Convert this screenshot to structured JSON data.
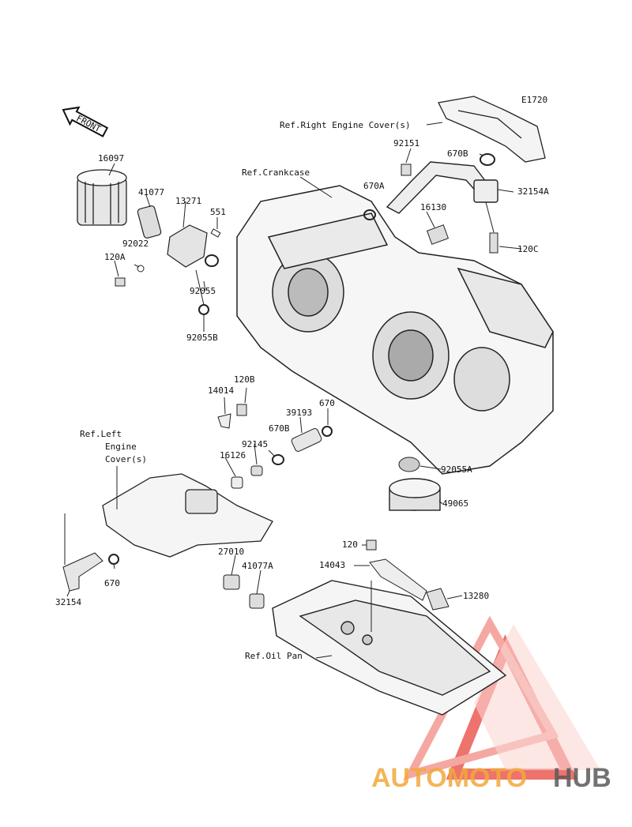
{
  "diagram_code": "E1720",
  "front_label": "FRONT",
  "references": {
    "right_cover": "Ref.Right Engine Cover(s)",
    "crankcase": "Ref.Crankcase",
    "left_cover_1": "Ref.Left",
    "left_cover_2": "Engine",
    "left_cover_3": "Cover(s)",
    "oil_pan": "Ref.Oil Pan"
  },
  "parts": [
    "16097",
    "41077",
    "13271",
    "551",
    "92022",
    "120A",
    "92055",
    "92055B",
    "92151",
    "670B",
    "670A",
    "32154A",
    "16130",
    "120C",
    "120B",
    "14014",
    "39193",
    "670",
    "670B",
    "92145",
    "16126",
    "92055A",
    "49065",
    "120",
    "14043",
    "13280",
    "27010",
    "41077A",
    "670",
    "32154"
  ],
  "watermark": {
    "brand_a": "AUTOMOTO",
    "brand_b": "HUB",
    "color_a": "#f2a93b",
    "color_b": "#5a5a5a",
    "logo_color": "#e8453c"
  }
}
